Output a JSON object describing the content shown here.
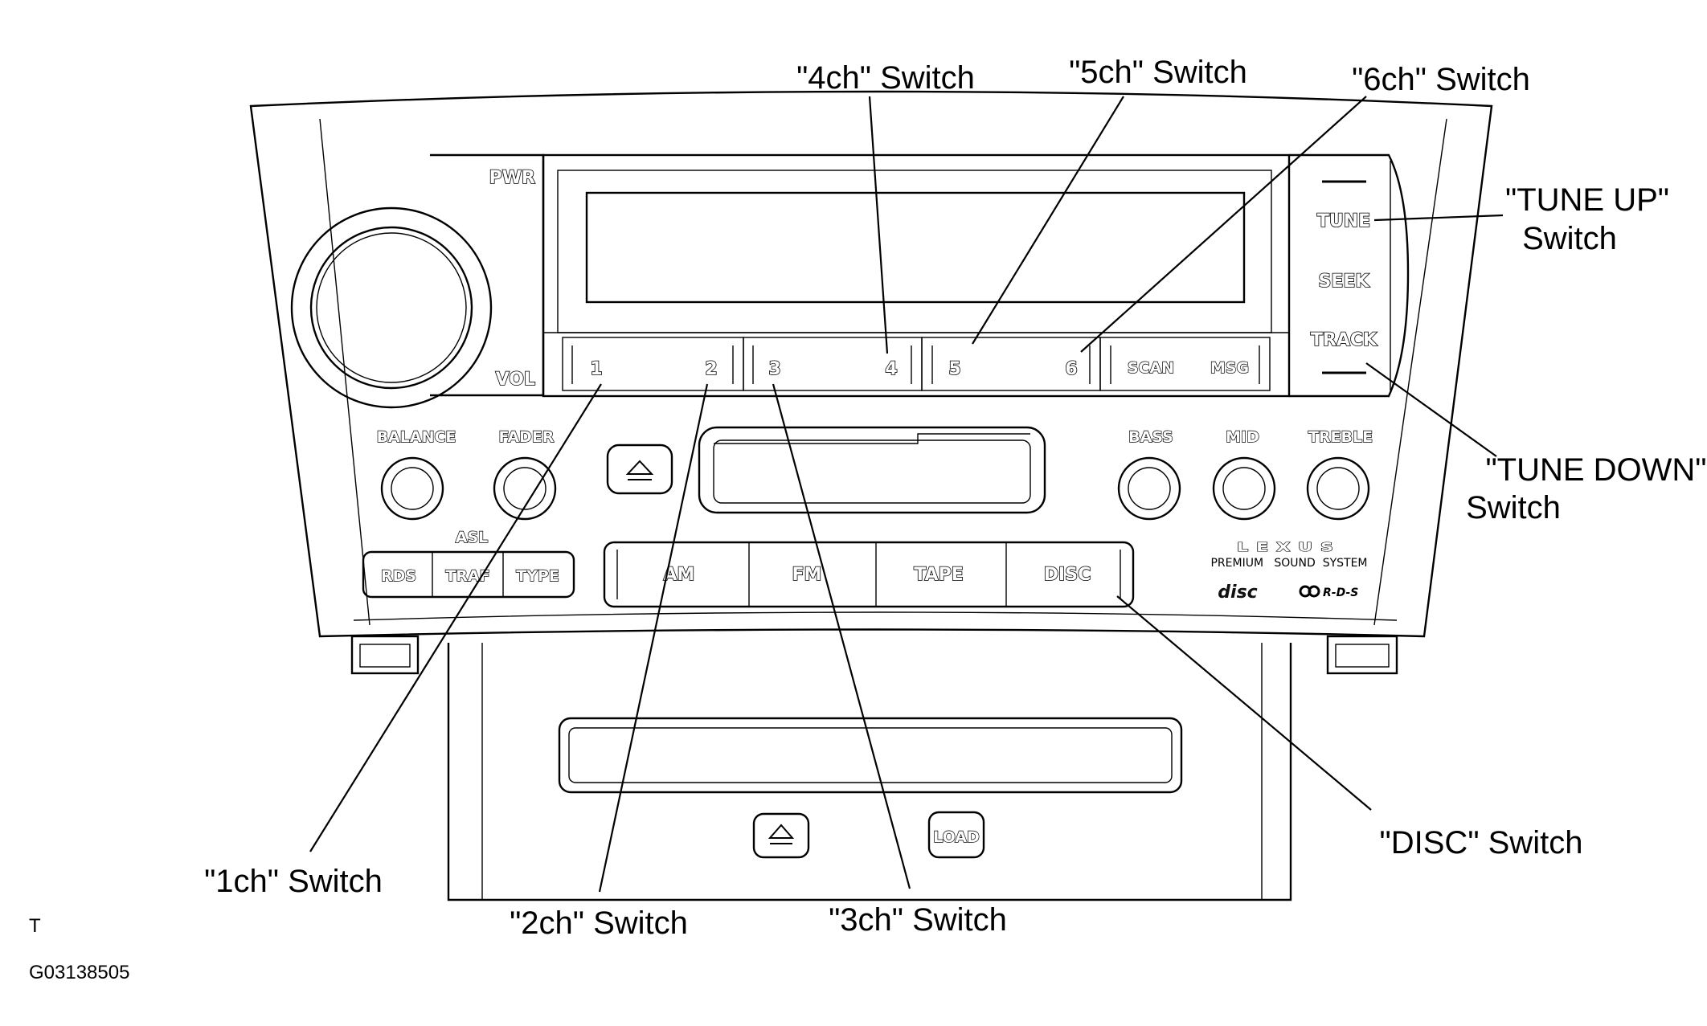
{
  "callouts": {
    "ch1": "\"1ch\" Switch",
    "ch2": "\"2ch\" Switch",
    "ch3": "\"3ch\" Switch",
    "ch4": "\"4ch\" Switch",
    "ch5": "\"5ch\" Switch",
    "ch6": "\"6ch\" Switch",
    "tune_up_1": "\"TUNE UP\"",
    "tune_up_2": "Switch",
    "tune_down_1": "\"TUNE DOWN\"",
    "tune_down_2": "Switch",
    "disc": "\"DISC\" Switch"
  },
  "panel": {
    "pwr": "PWR",
    "vol": "VOL",
    "tune": "TUNE",
    "seek": "SEEK",
    "track": "TRACK",
    "presets": [
      "1",
      "2",
      "3",
      "4",
      "5",
      "6"
    ],
    "scan": "SCAN",
    "msg": "MSG",
    "balance": "BALANCE",
    "fader": "FADER",
    "bass": "BASS",
    "mid": "MID",
    "treble": "TREBLE",
    "asl": "ASL",
    "rds": "RDS",
    "traf": "TRAF",
    "type": "TYPE",
    "am": "AM",
    "fm": "FM",
    "tape": "TAPE",
    "disc": "DISC",
    "brand": "LEXUS",
    "premium": "PREMIUM   SOUND  SYSTEM",
    "disc_logo": "disc",
    "rds_logo": "R-D-S",
    "load": "LOAD"
  },
  "footer": {
    "mark": "T",
    "code": "G03138505"
  }
}
